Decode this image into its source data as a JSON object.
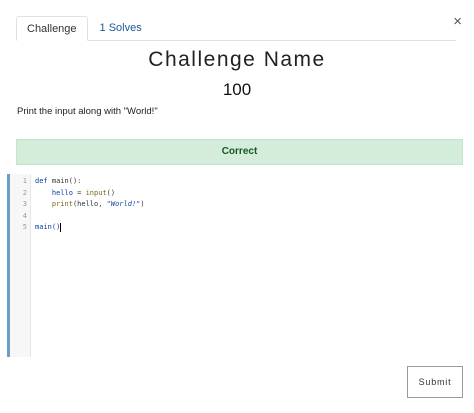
{
  "tabs": [
    {
      "label": "Challenge",
      "active": true
    },
    {
      "label": "1 Solves",
      "active": false
    }
  ],
  "close_symbol": "×",
  "challenge": {
    "name": "Challenge Name",
    "points": "100",
    "description": "Print the input along with \"World!\""
  },
  "alert": {
    "text": "Correct",
    "color": "#155724",
    "background": "#d4edda"
  },
  "editor": {
    "line_numbers": [
      "1",
      "2",
      "3",
      "4",
      "5"
    ],
    "code": {
      "l1_kw": "def",
      "l1_rest": " main():",
      "l2_indent": "    ",
      "l2_var": "hello",
      "l2_eq": " = ",
      "l2_fn": "input",
      "l2_paren": "()",
      "l3_indent": "    ",
      "l3_fn": "print",
      "l3_open": "(hello, ",
      "l3_str": "\"World!\"",
      "l3_close": ")",
      "l5_call": "main()"
    },
    "accent_color": "#6d9ec9"
  },
  "submit_label": "Submit"
}
